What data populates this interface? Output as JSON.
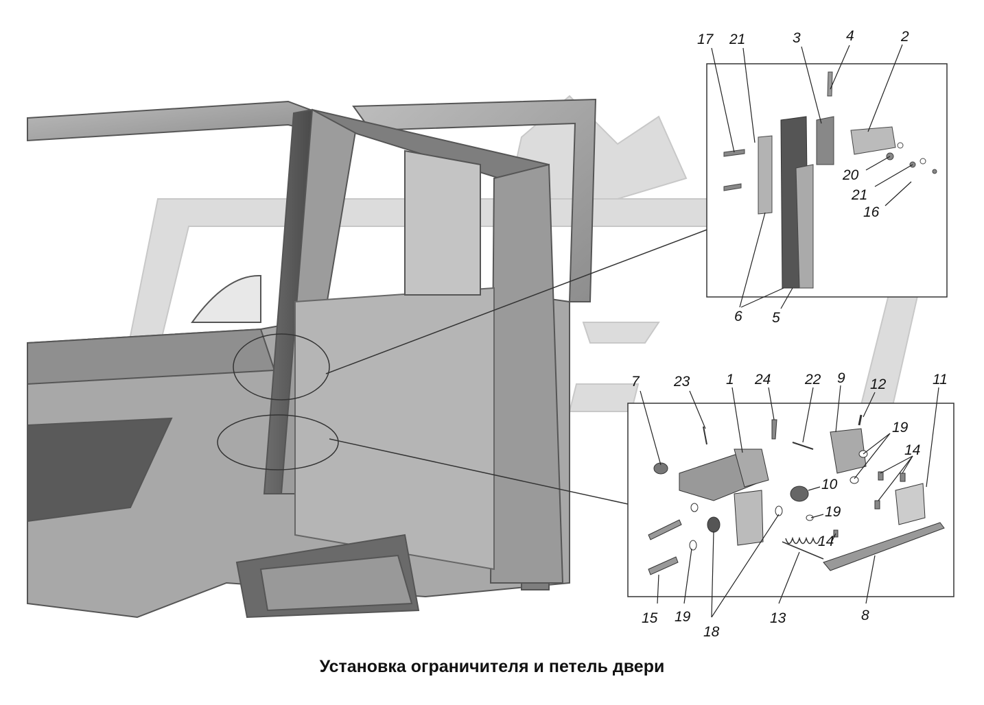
{
  "caption": "Установка ограничителя и петель двери",
  "labels": {
    "top_inset": [
      "17",
      "21",
      "3",
      "4",
      "2",
      "20",
      "21",
      "16",
      "6",
      "5"
    ],
    "bottom_inset": [
      "7",
      "23",
      "1",
      "24",
      "22",
      "9",
      "12",
      "11",
      "19",
      "14",
      "10",
      "19",
      "14",
      "15",
      "19",
      "18",
      "13",
      "8"
    ]
  }
}
